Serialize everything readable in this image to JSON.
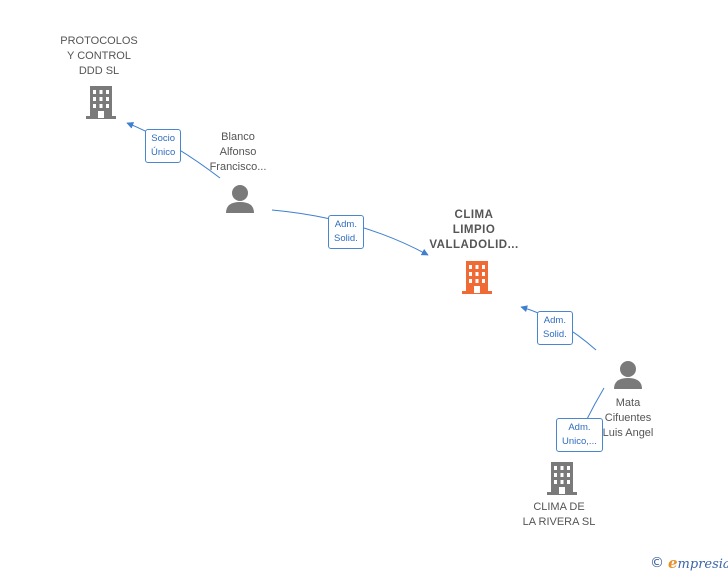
{
  "nodes": {
    "protocolos": {
      "label_lines": [
        "PROTOCOLOS",
        "Y CONTROL",
        "DDD  SL"
      ]
    },
    "blanco": {
      "label_lines": [
        "Blanco",
        "Alfonso",
        "Francisco..."
      ]
    },
    "clima_limpio": {
      "label_lines": [
        "CLIMA",
        "LIMPIO",
        "VALLADOLID..."
      ]
    },
    "mata": {
      "label_lines": [
        "Mata",
        "Cifuentes",
        "Luis Angel"
      ]
    },
    "clima_rivera": {
      "label_lines": [
        "CLIMA DE",
        "LA RIVERA  SL"
      ]
    }
  },
  "edges": {
    "blanco_protocolos": {
      "label_lines": [
        "Socio",
        "Único"
      ]
    },
    "blanco_clima": {
      "label_lines": [
        "Adm.",
        "Solid."
      ]
    },
    "mata_clima": {
      "label_lines": [
        "Adm.",
        "Solid."
      ]
    },
    "mata_rivera": {
      "label_lines": [
        "Adm.",
        "Unico,..."
      ]
    }
  },
  "colors": {
    "edge": "#3f7fd0",
    "company_icon": "#7a7a7a",
    "main_icon": "#f06a35",
    "person_icon": "#7a7a7a"
  },
  "footer": {
    "copyright": "©",
    "brand_initial": "e",
    "brand_rest": "mpresia"
  }
}
